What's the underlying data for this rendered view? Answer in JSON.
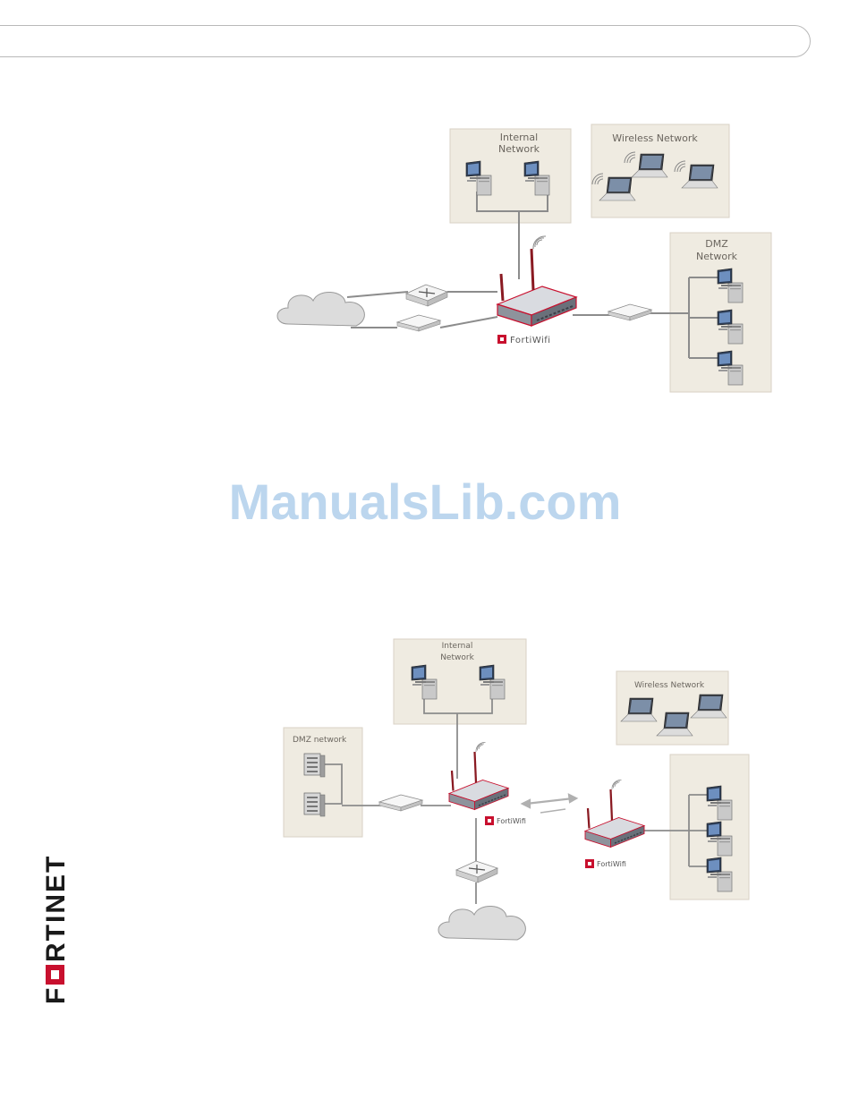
{
  "watermark": "ManualsLib.com",
  "logo_text": "FORTINET",
  "diagram1": {
    "internal_network_line1": "Internal",
    "internal_network_line2": "Network",
    "wireless_network": "Wireless Network",
    "dmz_network_line1": "DMZ",
    "dmz_network_line2": "Network",
    "brand": "FortiWifi"
  },
  "diagram2": {
    "internal_network_line1": "Internal",
    "internal_network_line2": "Network",
    "wireless_network": "Wireless Network",
    "dmz_network": "DMZ network",
    "brand_main": "FortiWifi",
    "brand_remote": "FortiWifi"
  },
  "colors": {
    "panel": "#efebe1",
    "panel_border": "#d8d2c5",
    "cable": "#8c8c8c",
    "brand_red": "#c8102e",
    "watermark": "#bcd6ee"
  }
}
